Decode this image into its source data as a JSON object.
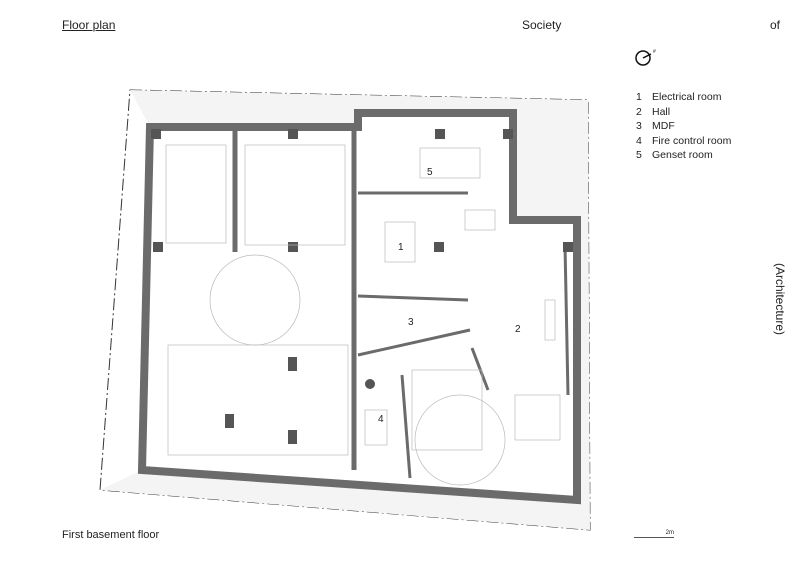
{
  "header": {
    "title": "Floor plan",
    "center": "Society",
    "right": "of"
  },
  "side_label": "(Architecture)",
  "footer": {
    "floor_name": "First basement floor",
    "scale_label": "2m"
  },
  "north_icon": "north-arrow-icon",
  "legend": [
    {
      "num": "1",
      "label": "Electrical room"
    },
    {
      "num": "2",
      "label": "Hall"
    },
    {
      "num": "3",
      "label": "MDF"
    },
    {
      "num": "4",
      "label": "Fire control room"
    },
    {
      "num": "5",
      "label": "Genset room"
    }
  ],
  "colors": {
    "wall": "#6b6b6b",
    "line": "#999999",
    "column": "#555555"
  }
}
